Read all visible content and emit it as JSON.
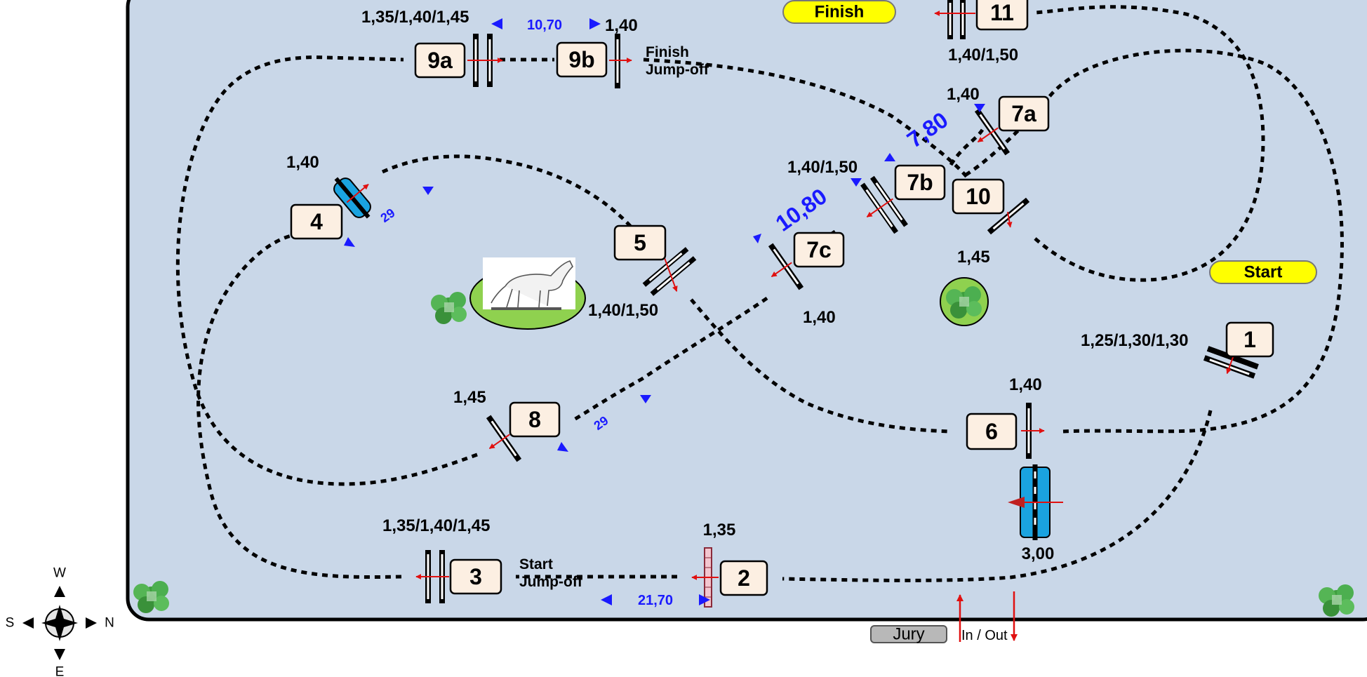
{
  "course": {
    "finish_label": "Finish",
    "start_label": "Start",
    "jury_label": "Jury",
    "in_out_label": "In / Out",
    "jumpoff_start_line1": "Start",
    "jumpoff_start_line2": "Jump-off",
    "jumpoff_finish_line1": "Finish",
    "jumpoff_finish_line2": "Jump-off",
    "compass": {
      "north": "N",
      "south": "S",
      "east": "E",
      "west": "W"
    }
  },
  "obstacles": [
    {
      "number": "1",
      "height": "1,25/1,30/1,30"
    },
    {
      "number": "2",
      "height": "1,35"
    },
    {
      "number": "3",
      "height": "1,35/1,40/1,45"
    },
    {
      "number": "4",
      "height": "1,40"
    },
    {
      "number": "5",
      "height": "1,40/1,50"
    },
    {
      "number": "6",
      "height": "1,40"
    },
    {
      "number": "7a",
      "height": "1,40"
    },
    {
      "number": "7b",
      "height": "1,40/1,50"
    },
    {
      "number": "7c",
      "height": "1,40"
    },
    {
      "number": "8",
      "height": "1,45"
    },
    {
      "number": "9a",
      "height": "1,35/1,40/1,45"
    },
    {
      "number": "9b",
      "height": "1,40"
    },
    {
      "number": "10",
      "height": "1,45"
    },
    {
      "number": "11",
      "height": "1,40/1,50"
    },
    {
      "number": "water",
      "height": "3,00"
    }
  ],
  "distances": {
    "d_9a_9b": "10,70",
    "d_2_3": "21,70",
    "d_7a_7b": "7,80",
    "d_7b_7c": "10,80",
    "strides_4_5": "29",
    "strides_8": "29"
  },
  "colors": {
    "arena": "#c9d7e8",
    "number_box": "#fcefe2",
    "pill": "#ffff00",
    "distance": "#1a1aff",
    "arrow": "#e01010",
    "water": "#1aa3e0",
    "grass": "#8fd14f",
    "tree": "#4caf50"
  }
}
